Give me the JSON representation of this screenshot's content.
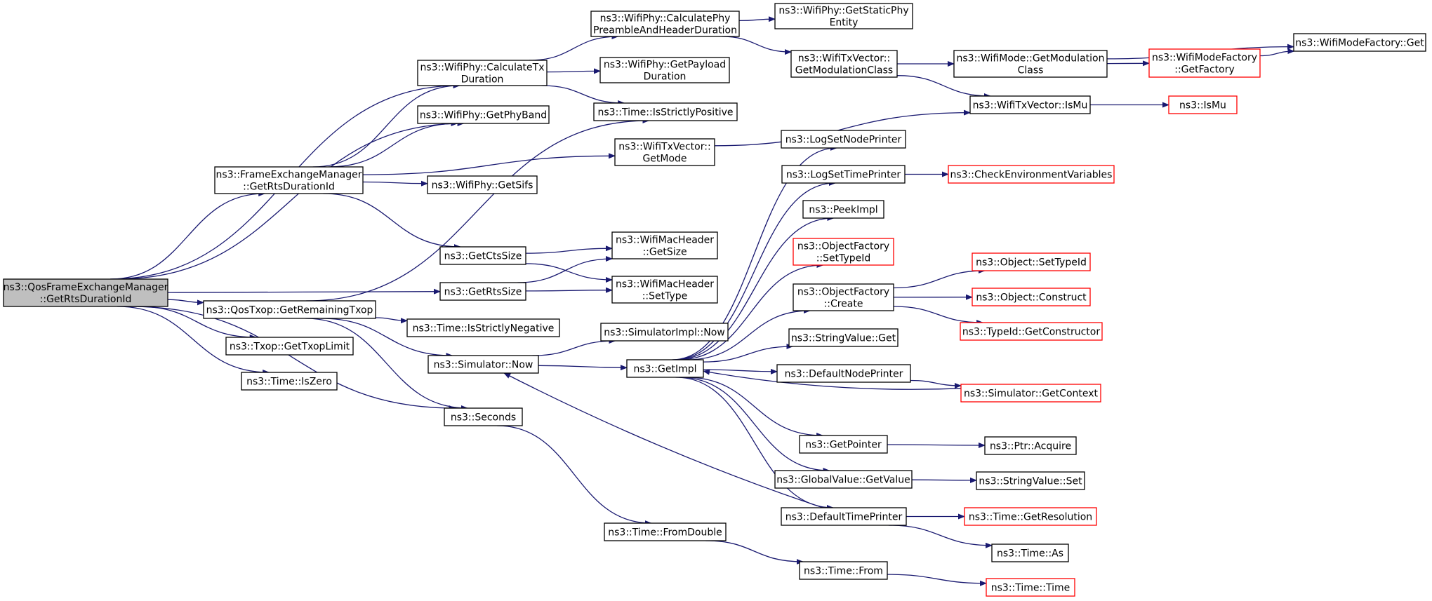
{
  "colors": {
    "edge": "#191970",
    "root_fill": "#bfbfbf",
    "node_fill": "#ffffff",
    "node_stroke": "#000000",
    "external_stroke": "#ff0000"
  },
  "nodes": [
    {
      "id": "root",
      "lines": [
        "ns3::QosFrameExchangeManager",
        "::GetRtsDurationId"
      ],
      "style": "root"
    },
    {
      "id": "calcTx",
      "lines": [
        "ns3::WifiPhy::CalculateTx",
        "Duration"
      ],
      "style": "normal"
    },
    {
      "id": "getPhyBand",
      "lines": [
        "ns3::WifiPhy::GetPhyBand"
      ],
      "style": "normal"
    },
    {
      "id": "feGetRts",
      "lines": [
        "ns3::FrameExchangeManager",
        "::GetRtsDurationId"
      ],
      "style": "normal"
    },
    {
      "id": "getSifs",
      "lines": [
        "ns3::WifiPhy::GetSifs"
      ],
      "style": "normal"
    },
    {
      "id": "getCtsSize",
      "lines": [
        "ns3::GetCtsSize"
      ],
      "style": "normal"
    },
    {
      "id": "getRtsSize",
      "lines": [
        "ns3::GetRtsSize"
      ],
      "style": "normal"
    },
    {
      "id": "getRemTxop",
      "lines": [
        "ns3::QosTxop::GetRemainingTxop"
      ],
      "style": "normal"
    },
    {
      "id": "getTxopLimit",
      "lines": [
        "ns3::Txop::GetTxopLimit"
      ],
      "style": "normal"
    },
    {
      "id": "isZero",
      "lines": [
        "ns3::Time::IsZero"
      ],
      "style": "normal"
    },
    {
      "id": "seconds",
      "lines": [
        "ns3::Seconds"
      ],
      "style": "normal"
    },
    {
      "id": "simNow",
      "lines": [
        "ns3::Simulator::Now"
      ],
      "style": "normal"
    },
    {
      "id": "isStrNeg",
      "lines": [
        "ns3::Time::IsStrictlyNegative"
      ],
      "style": "normal"
    },
    {
      "id": "calcPhyPre",
      "lines": [
        "ns3::WifiPhy::CalculatePhy",
        "PreambleAndHeaderDuration"
      ],
      "style": "normal"
    },
    {
      "id": "getPayload",
      "lines": [
        "ns3::WifiPhy::GetPayload",
        "Duration"
      ],
      "style": "normal"
    },
    {
      "id": "isStrPos",
      "lines": [
        "ns3::Time::IsStrictlyPositive"
      ],
      "style": "normal"
    },
    {
      "id": "txvGetMode",
      "lines": [
        "ns3::WifiTxVector::",
        "GetMode"
      ],
      "style": "normal"
    },
    {
      "id": "macGetSize",
      "lines": [
        "ns3::WifiMacHeader",
        "::GetSize"
      ],
      "style": "normal"
    },
    {
      "id": "macSetType",
      "lines": [
        "ns3::WifiMacHeader",
        "::SetType"
      ],
      "style": "normal"
    },
    {
      "id": "simImplNow",
      "lines": [
        "ns3::SimulatorImpl::Now"
      ],
      "style": "normal"
    },
    {
      "id": "getImpl",
      "lines": [
        "ns3::GetImpl"
      ],
      "style": "normal"
    },
    {
      "id": "fromDouble",
      "lines": [
        "ns3::Time::FromDouble"
      ],
      "style": "normal"
    },
    {
      "id": "staticPhy",
      "lines": [
        "ns3::WifiPhy::GetStaticPhy",
        "Entity"
      ],
      "style": "normal"
    },
    {
      "id": "txvModClass",
      "lines": [
        "ns3::WifiTxVector::",
        "GetModulationClass"
      ],
      "style": "normal"
    },
    {
      "id": "logNode",
      "lines": [
        "ns3::LogSetNodePrinter"
      ],
      "style": "normal"
    },
    {
      "id": "logTime",
      "lines": [
        "ns3::LogSetTimePrinter"
      ],
      "style": "normal"
    },
    {
      "id": "peekImpl",
      "lines": [
        "ns3::PeekImpl"
      ],
      "style": "normal"
    },
    {
      "id": "ofSetType",
      "lines": [
        "ns3::ObjectFactory",
        "::SetTypeId"
      ],
      "style": "external"
    },
    {
      "id": "ofCreate",
      "lines": [
        "ns3::ObjectFactory",
        "::Create"
      ],
      "style": "normal"
    },
    {
      "id": "svGet",
      "lines": [
        "ns3::StringValue::Get"
      ],
      "style": "normal"
    },
    {
      "id": "defNodePr",
      "lines": [
        "ns3::DefaultNodePrinter"
      ],
      "style": "normal"
    },
    {
      "id": "getPointer",
      "lines": [
        "ns3::GetPointer"
      ],
      "style": "normal"
    },
    {
      "id": "gvGetValue",
      "lines": [
        "ns3::GlobalValue::GetValue"
      ],
      "style": "normal"
    },
    {
      "id": "defTimePr",
      "lines": [
        "ns3::DefaultTimePrinter"
      ],
      "style": "normal"
    },
    {
      "id": "timeFrom",
      "lines": [
        "ns3::Time::From"
      ],
      "style": "normal"
    },
    {
      "id": "modeGetMC",
      "lines": [
        "ns3::WifiMode::GetModulation",
        "Class"
      ],
      "style": "normal"
    },
    {
      "id": "txvIsMu",
      "lines": [
        "ns3::WifiTxVector::IsMu"
      ],
      "style": "normal"
    },
    {
      "id": "checkEnv",
      "lines": [
        "ns3::CheckEnvironmentVariables"
      ],
      "style": "external"
    },
    {
      "id": "objSetType",
      "lines": [
        "ns3::Object::SetTypeId"
      ],
      "style": "external"
    },
    {
      "id": "objConstruct",
      "lines": [
        "ns3::Object::Construct"
      ],
      "style": "external"
    },
    {
      "id": "tidGetCtor",
      "lines": [
        "ns3::TypeId::GetConstructor"
      ],
      "style": "external"
    },
    {
      "id": "simGetCtx",
      "lines": [
        "ns3::Simulator::GetContext"
      ],
      "style": "external"
    },
    {
      "id": "ptrAcquire",
      "lines": [
        "ns3::Ptr::Acquire"
      ],
      "style": "normal"
    },
    {
      "id": "svSet",
      "lines": [
        "ns3::StringValue::Set"
      ],
      "style": "normal"
    },
    {
      "id": "timeGetRes",
      "lines": [
        "ns3::Time::GetResolution"
      ],
      "style": "external"
    },
    {
      "id": "timeAs",
      "lines": [
        "ns3::Time::As"
      ],
      "style": "normal"
    },
    {
      "id": "timeTime",
      "lines": [
        "ns3::Time::Time"
      ],
      "style": "external"
    },
    {
      "id": "mfGetFactory",
      "lines": [
        "ns3::WifiModeFactory",
        "::GetFactory"
      ],
      "style": "external"
    },
    {
      "id": "isMu",
      "lines": [
        "ns3::IsMu"
      ],
      "style": "external"
    },
    {
      "id": "mfGet",
      "lines": [
        "ns3::WifiModeFactory::Get"
      ],
      "style": "normal"
    }
  ],
  "edges": [
    [
      "root",
      "calcTx"
    ],
    [
      "root",
      "getPhyBand"
    ],
    [
      "root",
      "feGetRts"
    ],
    [
      "root",
      "getRtsSize"
    ],
    [
      "root",
      "getRemTxop"
    ],
    [
      "root",
      "getTxopLimit"
    ],
    [
      "root",
      "isZero"
    ],
    [
      "root",
      "seconds"
    ],
    [
      "feGetRts",
      "calcTx"
    ],
    [
      "feGetRts",
      "getPhyBand"
    ],
    [
      "feGetRts",
      "txvGetMode"
    ],
    [
      "feGetRts",
      "getSifs"
    ],
    [
      "feGetRts",
      "getCtsSize"
    ],
    [
      "calcTx",
      "calcPhyPre"
    ],
    [
      "calcTx",
      "getPayload"
    ],
    [
      "calcTx",
      "isStrPos"
    ],
    [
      "calcPhyPre",
      "staticPhy"
    ],
    [
      "calcPhyPre",
      "txvModClass"
    ],
    [
      "txvModClass",
      "modeGetMC"
    ],
    [
      "txvModClass",
      "txvIsMu"
    ],
    [
      "modeGetMC",
      "mfGet"
    ],
    [
      "modeGetMC",
      "mfGetFactory"
    ],
    [
      "mfGetFactory",
      "mfGet"
    ],
    [
      "txvIsMu",
      "isMu"
    ],
    [
      "txvGetMode",
      "txvIsMu"
    ],
    [
      "getCtsSize",
      "macGetSize"
    ],
    [
      "getCtsSize",
      "macSetType"
    ],
    [
      "getRtsSize",
      "macGetSize"
    ],
    [
      "getRtsSize",
      "macSetType"
    ],
    [
      "getRemTxop",
      "isStrPos"
    ],
    [
      "getRemTxop",
      "isStrNeg"
    ],
    [
      "getRemTxop",
      "simNow"
    ],
    [
      "getRemTxop",
      "seconds"
    ],
    [
      "simNow",
      "simImplNow"
    ],
    [
      "simNow",
      "getImpl"
    ],
    [
      "seconds",
      "fromDouble"
    ],
    [
      "fromDouble",
      "timeFrom"
    ],
    [
      "timeFrom",
      "timeTime"
    ],
    [
      "getImpl",
      "logNode"
    ],
    [
      "getImpl",
      "logTime"
    ],
    [
      "getImpl",
      "peekImpl"
    ],
    [
      "getImpl",
      "ofSetType"
    ],
    [
      "getImpl",
      "ofCreate"
    ],
    [
      "getImpl",
      "svGet"
    ],
    [
      "getImpl",
      "defNodePr"
    ],
    [
      "getImpl",
      "getPointer"
    ],
    [
      "getImpl",
      "gvGetValue"
    ],
    [
      "getImpl",
      "defTimePr"
    ],
    [
      "logTime",
      "checkEnv"
    ],
    [
      "ofCreate",
      "objSetType"
    ],
    [
      "ofCreate",
      "objConstruct"
    ],
    [
      "ofCreate",
      "tidGetCtor"
    ],
    [
      "defNodePr",
      "simGetCtx"
    ],
    [
      "simGetCtx",
      "getImpl"
    ],
    [
      "getPointer",
      "ptrAcquire"
    ],
    [
      "gvGetValue",
      "svSet"
    ],
    [
      "defTimePr",
      "timeGetRes"
    ],
    [
      "defTimePr",
      "timeAs"
    ],
    [
      "defTimePr",
      "simNow"
    ]
  ]
}
